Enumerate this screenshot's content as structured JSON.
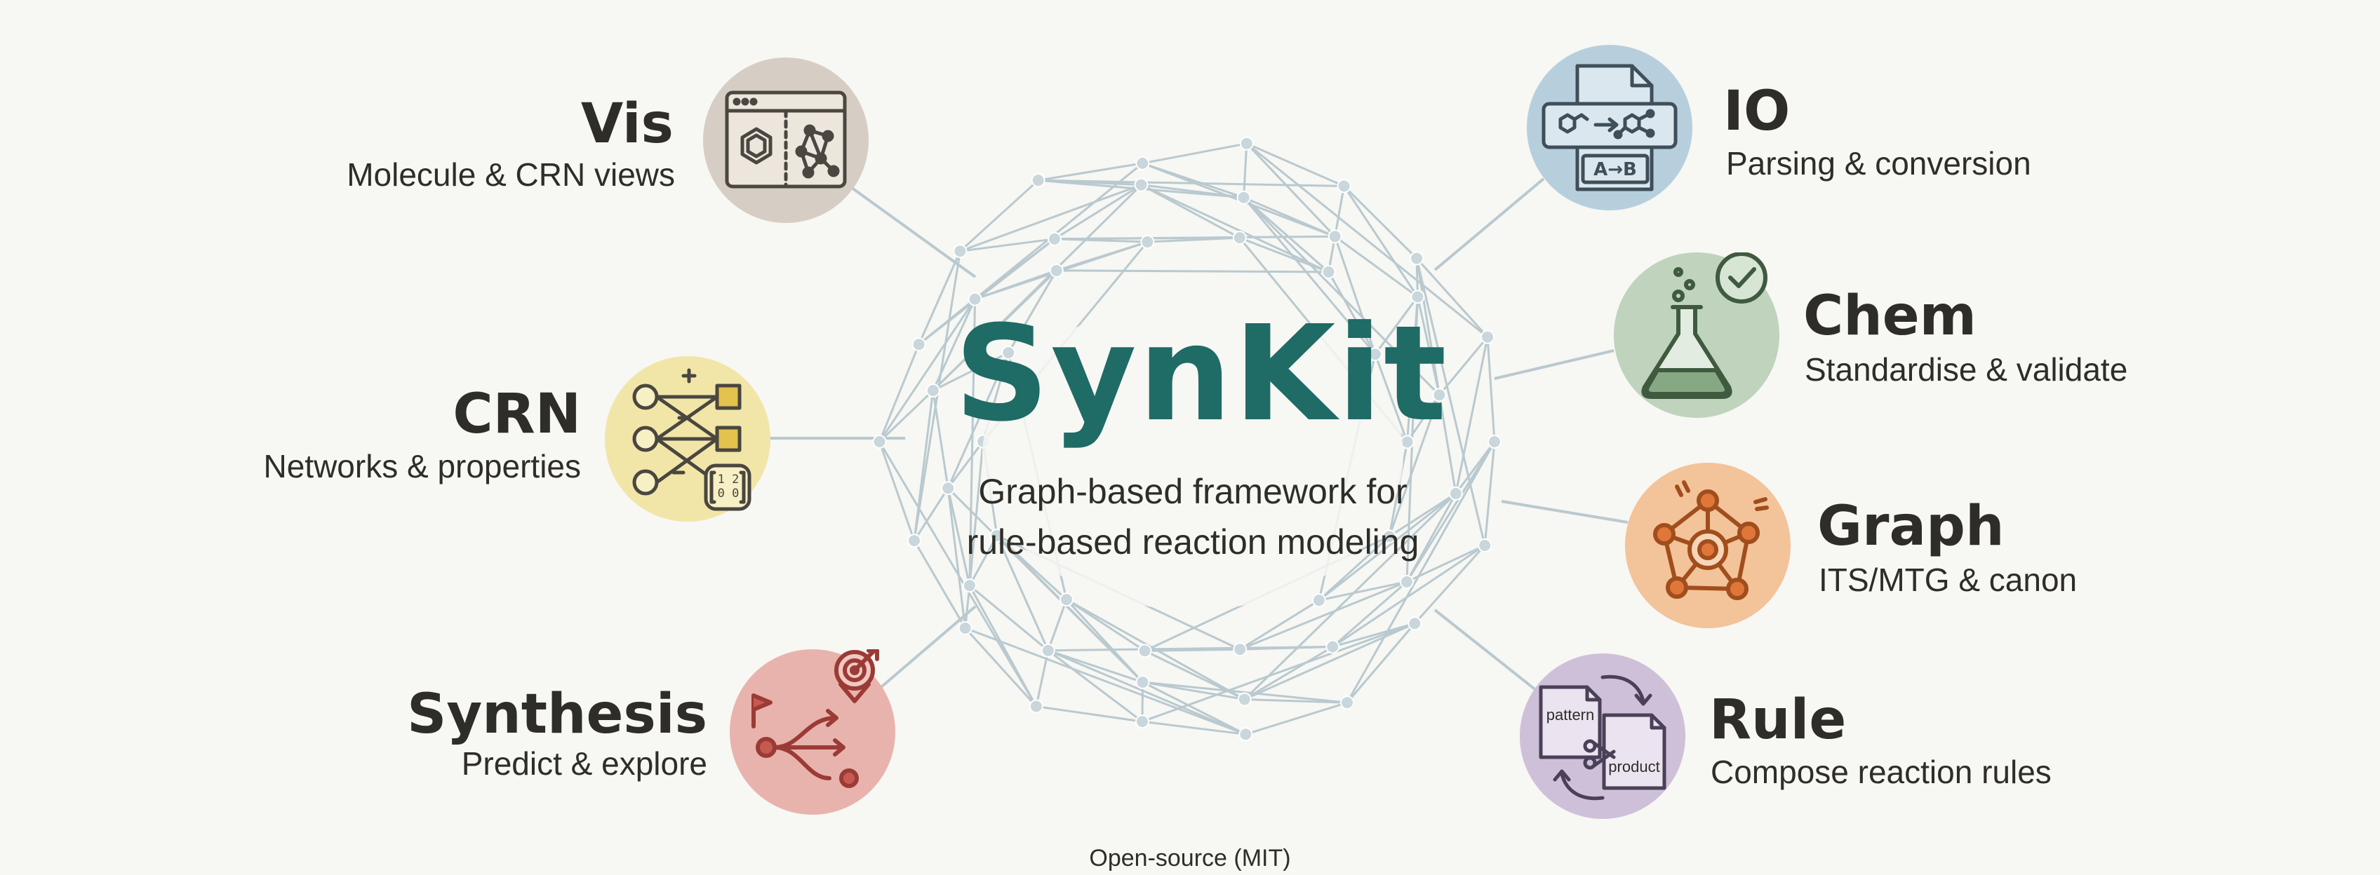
{
  "title": "SynKit",
  "subtitle_line1": "Graph-based framework for",
  "subtitle_line2": "rule-based reaction modeling",
  "footer": "Open-source (MIT)",
  "colors": {
    "title": "#1f6b66",
    "vis": "#d6cec4",
    "crn": "#f1e6a7",
    "synthesis": "#e8b3ad",
    "io": "#b7cfdd",
    "chem": "#bfd3bd",
    "graph": "#f3c39a",
    "rule": "#cfc0d9",
    "network_line": "#b9c9cf",
    "network_node": "#c9d7dc"
  },
  "modules": {
    "vis": {
      "label": "Vis",
      "desc": "Molecule & CRN views",
      "icon": "browser-molecule-icon"
    },
    "crn": {
      "label": "CRN",
      "desc": "Networks & properties",
      "icon": "network-matrix-icon",
      "matrix": [
        "1 2",
        "0 0"
      ]
    },
    "synthesis": {
      "label": "Synthesis",
      "desc": "Predict & explore",
      "icon": "branching-target-icon"
    },
    "io": {
      "label": "IO",
      "desc": "Parsing & conversion",
      "icon": "file-conversion-icon",
      "badge": "A→B"
    },
    "chem": {
      "label": "Chem",
      "desc": "Standardise & validate",
      "icon": "flask-check-icon"
    },
    "graph": {
      "label": "Graph",
      "desc": "ITS/MTG & canon",
      "icon": "graph-network-icon"
    },
    "rule": {
      "label": "Rule",
      "desc": "Compose reaction rules",
      "icon": "rule-composition-icon",
      "doc_left": "pattern",
      "doc_right": "product"
    }
  }
}
